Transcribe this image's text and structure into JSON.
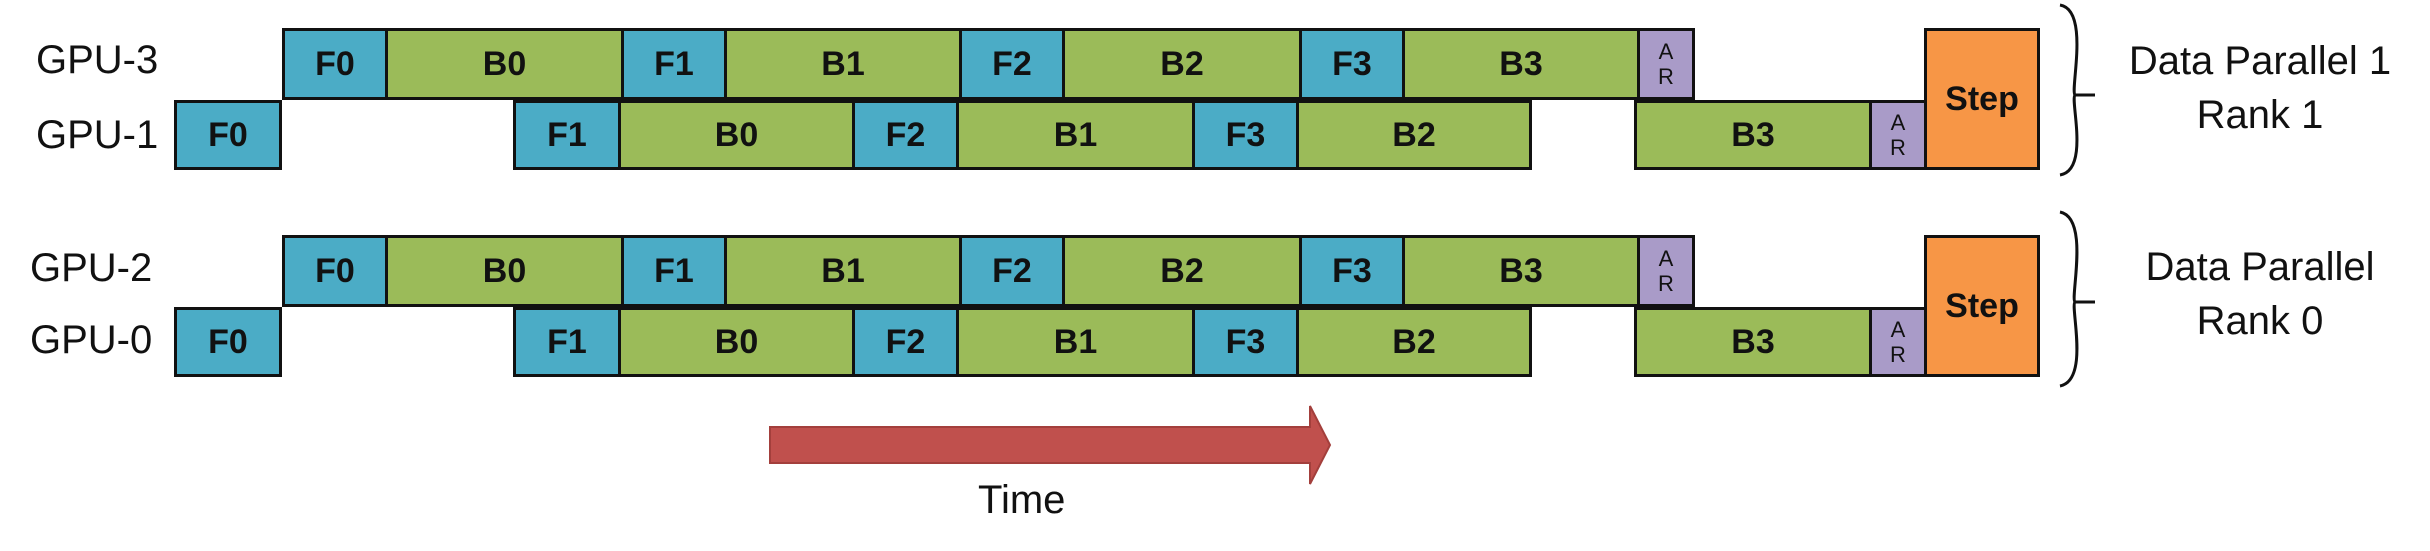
{
  "colors": {
    "forward": "#4bacc6",
    "backward": "#9bbb59",
    "allreduce": "#a99bc8",
    "step": "#f79646",
    "arrow": "#c0504d"
  },
  "gpu_labels": [
    "GPU-3",
    "GPU-1",
    "GPU-2",
    "GPU-0"
  ],
  "groups": [
    {
      "line1": "Data Parallel 1",
      "line2": "Rank 1"
    },
    {
      "line1": "Data Parallel",
      "line2": "Rank 0"
    }
  ],
  "rows": [
    {
      "gpu": "GPU-3",
      "blocks": [
        {
          "label": "F0",
          "kind": "fwd"
        },
        {
          "label": "B0",
          "kind": "bwd"
        },
        {
          "label": "F1",
          "kind": "fwd"
        },
        {
          "label": "B1",
          "kind": "bwd"
        },
        {
          "label": "F2",
          "kind": "fwd"
        },
        {
          "label": "B2",
          "kind": "bwd"
        },
        {
          "label": "F3",
          "kind": "fwd"
        },
        {
          "label": "B3",
          "kind": "bwd"
        },
        {
          "label": "A R",
          "kind": "ar"
        }
      ]
    },
    {
      "gpu": "GPU-1",
      "blocks": [
        {
          "label": "F0",
          "kind": "fwd"
        },
        {
          "label": "F1",
          "kind": "fwd"
        },
        {
          "label": "B0",
          "kind": "bwd"
        },
        {
          "label": "F2",
          "kind": "fwd"
        },
        {
          "label": "B1",
          "kind": "bwd"
        },
        {
          "label": "F3",
          "kind": "fwd"
        },
        {
          "label": "B2",
          "kind": "bwd"
        },
        {
          "label": "B3",
          "kind": "bwd"
        },
        {
          "label": "A R",
          "kind": "ar"
        }
      ]
    },
    {
      "gpu": "GPU-2",
      "blocks": [
        {
          "label": "F0",
          "kind": "fwd"
        },
        {
          "label": "B0",
          "kind": "bwd"
        },
        {
          "label": "F1",
          "kind": "fwd"
        },
        {
          "label": "B1",
          "kind": "bwd"
        },
        {
          "label": "F2",
          "kind": "fwd"
        },
        {
          "label": "B2",
          "kind": "bwd"
        },
        {
          "label": "F3",
          "kind": "fwd"
        },
        {
          "label": "B3",
          "kind": "bwd"
        },
        {
          "label": "A R",
          "kind": "ar"
        }
      ]
    },
    {
      "gpu": "GPU-0",
      "blocks": [
        {
          "label": "F0",
          "kind": "fwd"
        },
        {
          "label": "F1",
          "kind": "fwd"
        },
        {
          "label": "B0",
          "kind": "bwd"
        },
        {
          "label": "F2",
          "kind": "fwd"
        },
        {
          "label": "B1",
          "kind": "bwd"
        },
        {
          "label": "F3",
          "kind": "fwd"
        },
        {
          "label": "B2",
          "kind": "bwd"
        },
        {
          "label": "B3",
          "kind": "bwd"
        },
        {
          "label": "A R",
          "kind": "ar"
        }
      ]
    }
  ],
  "step_label": "Step",
  "time_label": "Time"
}
